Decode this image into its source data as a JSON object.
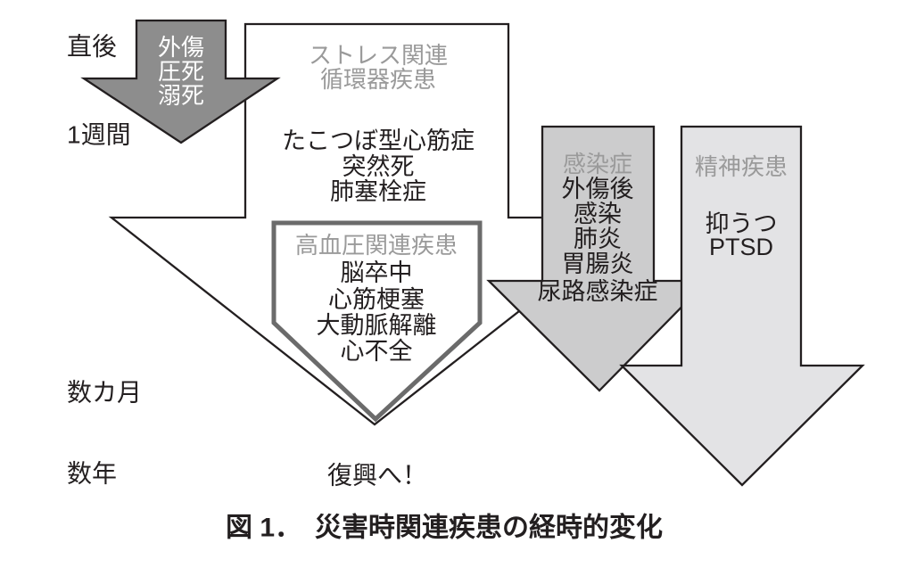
{
  "figure": {
    "caption": "図 1．　災害時関連疾患の経時的変化"
  },
  "timeline": {
    "labels": [
      "直後",
      "1週間",
      "数カ月",
      "数年"
    ]
  },
  "recovery": {
    "label": "復興へ！"
  },
  "arrows": {
    "acute": {
      "lines": [
        "外傷",
        "圧死",
        "溺死"
      ]
    },
    "stress": {
      "header_lines": [
        "ストレス関連",
        "循環器疾患"
      ],
      "items": [
        "たこつぼ型心筋症",
        "突然死",
        "肺塞栓症"
      ]
    },
    "hypertension": {
      "header": "高血圧関連疾患",
      "items": [
        "脳卒中",
        "心筋梗塞",
        "大動脈解離",
        "心不全"
      ]
    },
    "infection": {
      "header": "感染症",
      "items": [
        "外傷後",
        "感染",
        "肺炎",
        "胃腸炎",
        "尿路感染症"
      ]
    },
    "mental": {
      "header": "精神疾患",
      "items": [
        "抑うつ",
        "PTSD"
      ]
    }
  },
  "colors": {
    "acute_arrow_fill": "#8d8d8d",
    "stress_arrow_fill": "#ffffff",
    "infection_arrow_fill": "#cccccd",
    "mental_arrow_fill": "#e3e3e5",
    "outline": "#231f20",
    "pentagon_border": "#6b6b6b",
    "header_text_gray": "#9a9a9a",
    "body_text_black": "#231f20",
    "acute_text_white": "#ffffff"
  }
}
